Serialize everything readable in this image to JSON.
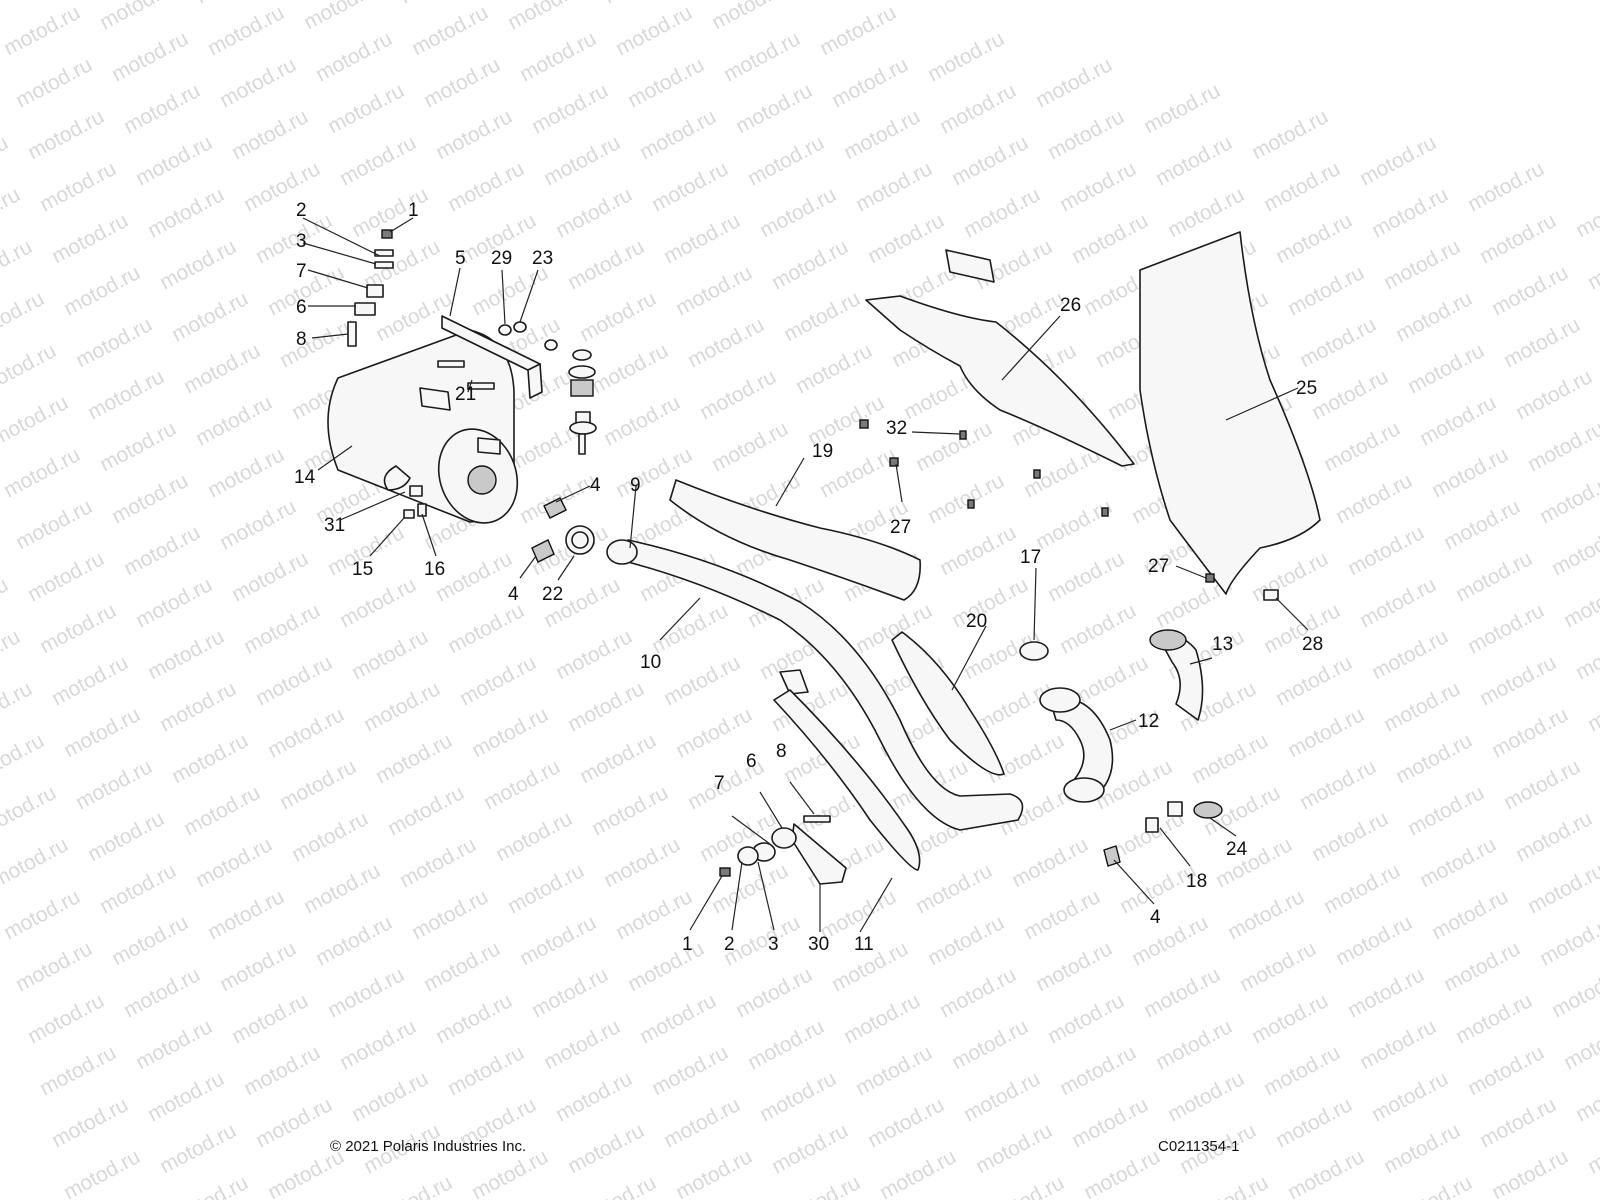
{
  "watermark_text": "motod.ru",
  "footer": {
    "copyright": "© 2021 Polaris Industries Inc.",
    "figure_id": "C0211354-1"
  },
  "callouts": [
    "1",
    "2",
    "3",
    "7",
    "6",
    "8",
    "5",
    "29",
    "23",
    "21",
    "14",
    "31",
    "15",
    "16",
    "4",
    "22",
    "4",
    "9",
    "19",
    "10",
    "32",
    "27",
    "26",
    "25",
    "27",
    "28",
    "17",
    "20",
    "13",
    "12",
    "11",
    "30",
    "3",
    "2",
    "1",
    "7",
    "6",
    "8",
    "24",
    "18",
    "4"
  ]
}
